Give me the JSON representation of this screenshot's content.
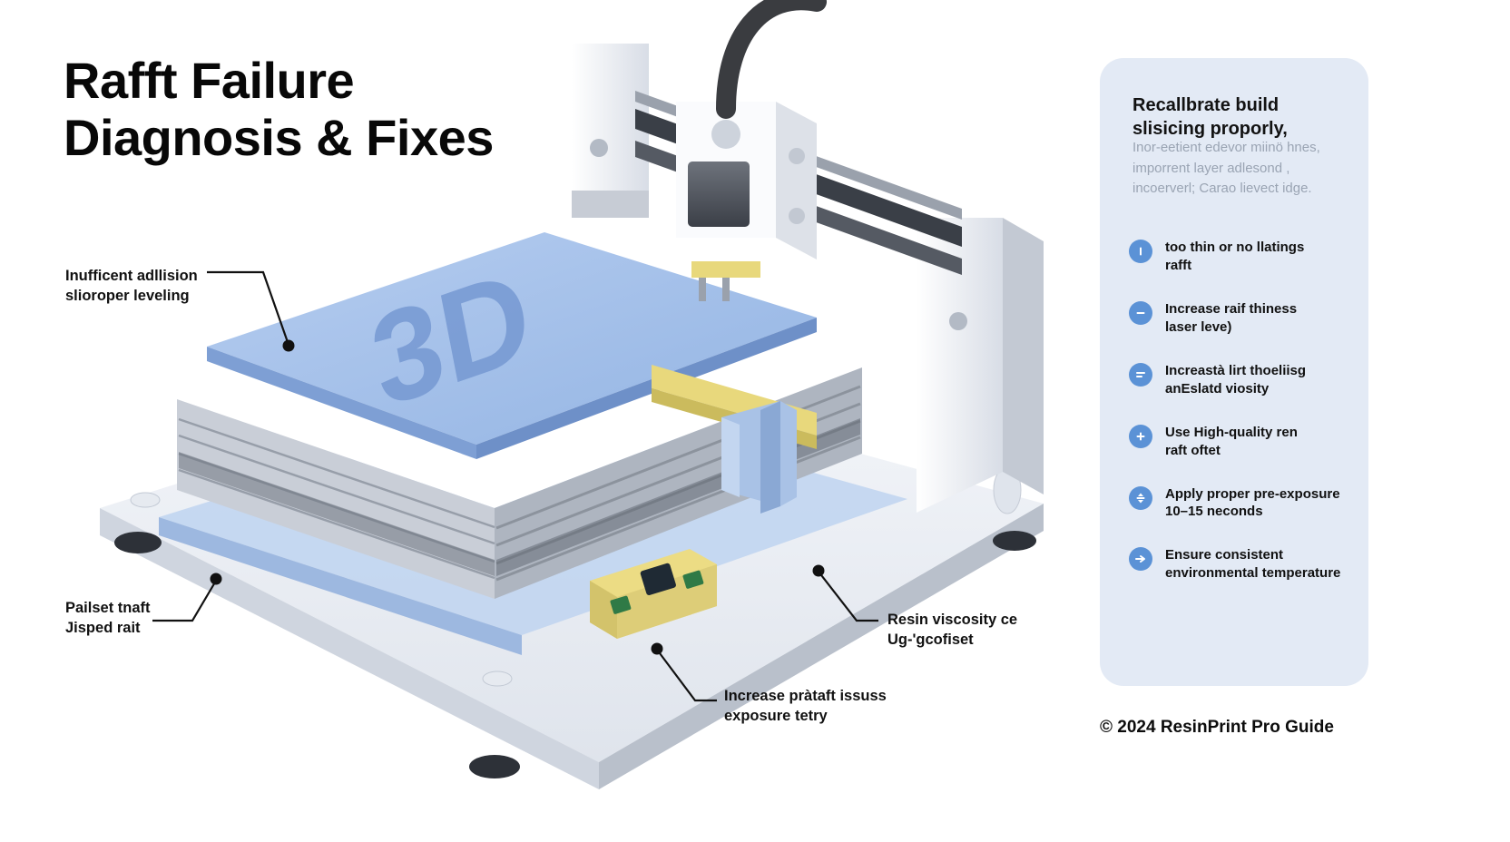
{
  "title": "Rafft Failure\nDiagnosis & Fixes",
  "illustration": {
    "plate_label": "3D",
    "alt": "isometric 3d printer with layered raft build plate"
  },
  "callouts": [
    {
      "name": "callout-adhesion",
      "text": "Inufficent adllision\nslioroper leveling"
    },
    {
      "name": "callout-raft",
      "text": "Pailset tnaft\nJisped rait"
    },
    {
      "name": "callout-resin",
      "text": "Resin viscosity ce\nUg-'gcofiset"
    },
    {
      "name": "callout-exposure",
      "text": "Increase pràtaft issuss\nexposure tetry"
    }
  ],
  "panel": {
    "heading": "Recallbrate build\nslisicing proporly,",
    "subtext": "Inor-eetient edevor miinö hnes,\nimporrent layer adlesond ,\nincoerverl; Carao lievect idge.",
    "items": [
      {
        "icon": "info-icon",
        "text": "too thin or no llatings\nrafft"
      },
      {
        "icon": "minus-icon",
        "text": "Increase raif thiness\nlaser leve)"
      },
      {
        "icon": "layers-icon",
        "text": "Increastà lirt thoeliisg\nanEslatd viosity"
      },
      {
        "icon": "plus-icon",
        "text": "Use High-quality ren\nraft oftet"
      },
      {
        "icon": "arrows-icon",
        "text": "Apply proper pre-exposure\n10–15 neconds"
      },
      {
        "icon": "arrow-right-icon",
        "text": "Ensure consistent\nenvironmental temperature"
      }
    ]
  },
  "footer": "© 2024 ResinPrint Pro Guide",
  "colors": {
    "panel_bg": "#e3eaf5",
    "icon_blue": "#5b92d6",
    "plate_blue": "#a8c4ea",
    "text_dark": "#111111",
    "subtext_gray": "#9aa4b3"
  }
}
